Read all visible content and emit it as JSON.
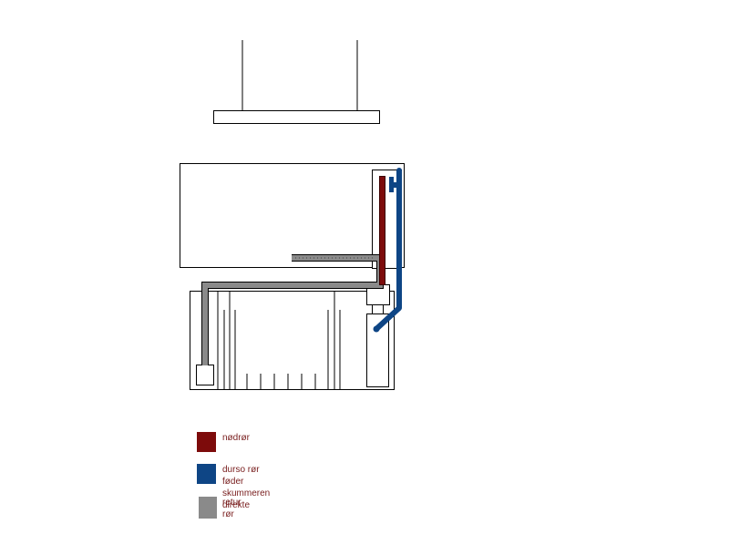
{
  "colors": {
    "emergency_pipe": "#7d0b0b",
    "durso_pipe": "#0e4585",
    "return_pipe": "#8a8a8a",
    "outline": "#000000",
    "label_text": "#7a2020"
  },
  "legend": [
    {
      "key": "emergency_pipe",
      "label": "nødrør"
    },
    {
      "key": "durso_pipe",
      "label": "durso rør føder\nskummeren direkte"
    },
    {
      "key": "return_pipe",
      "label": "retur rør"
    }
  ]
}
